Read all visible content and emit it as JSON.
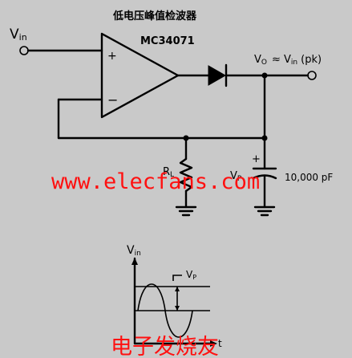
{
  "title": "低电压峰值检波器",
  "labels": {
    "vin_main": "V",
    "vin_main_sub": "in",
    "chip": "MC34071",
    "plus": "+",
    "minus": "−",
    "vo": "V",
    "vo_sub": "O",
    "vo_rest": "≈ V",
    "vo_rest_sub": "in",
    "vo_tail": "(pk)",
    "cap_plus": "+",
    "rl": "R",
    "rl_sub": "L",
    "vp": "V",
    "vp_sub": "P",
    "cap_value": "10,000 pF",
    "wave_vin": "V",
    "wave_vin_sub": "in",
    "wave_vp": "V",
    "wave_vp_sub": "P",
    "wave_t": "t"
  },
  "watermark": "www.elecfans.com",
  "brand": "电子发烧友",
  "colors": {
    "background": "#c9c9c9",
    "ink": "#000000",
    "watermark": "#ff1010"
  }
}
